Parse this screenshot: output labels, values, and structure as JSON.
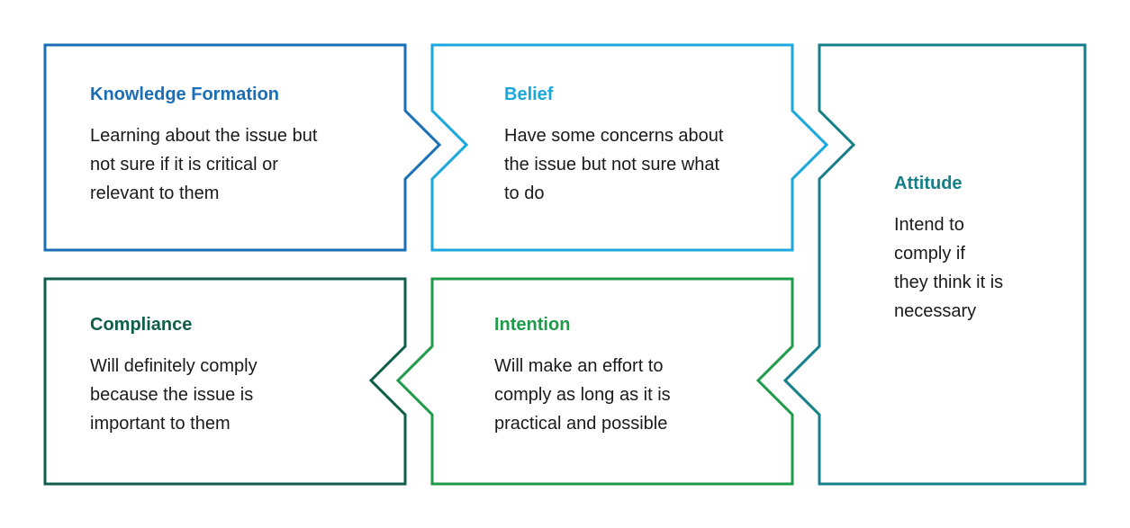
{
  "stages": [
    {
      "id": "knowledge",
      "title": "Knowledge Formation",
      "lines": [
        "Learning about the issue but",
        "not sure if it is critical or",
        "relevant to them"
      ],
      "color": "#1a6eb5"
    },
    {
      "id": "belief",
      "title": "Belief",
      "lines": [
        "Have some concerns about",
        "the issue but not sure what",
        "to do"
      ],
      "color": "#19a7dc"
    },
    {
      "id": "attitude",
      "title": "Attitude",
      "lines": [
        "Intend to",
        "comply if",
        "they think it is",
        "necessary"
      ],
      "color": "#157f87"
    },
    {
      "id": "intention",
      "title": "Intention",
      "lines": [
        "Will make an effort to",
        "comply as long as it is",
        "practical and possible"
      ],
      "color": "#1e9a4a"
    },
    {
      "id": "compliance",
      "title": "Compliance",
      "lines": [
        "Will definitely comply",
        "because the issue is",
        "important to them"
      ],
      "color": "#0f5e4a"
    }
  ]
}
